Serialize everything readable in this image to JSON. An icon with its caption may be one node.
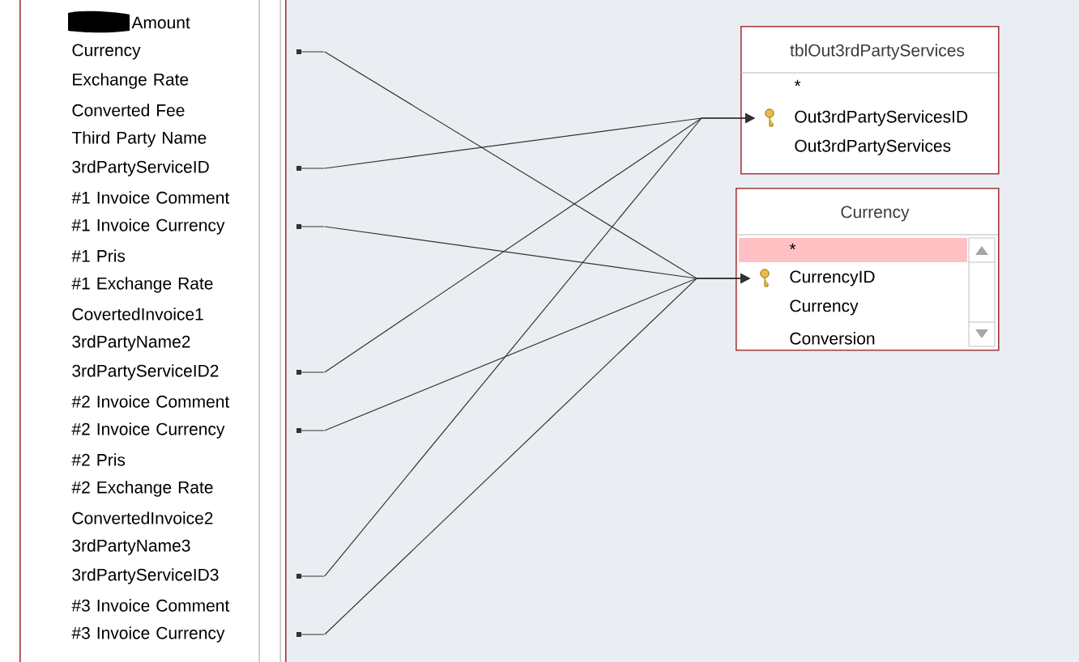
{
  "diagram": {
    "nodes": [
      {
        "text": [],
        "shape": "box"
      },
      {
        "text": [
          "Amount"
        ],
        "in": 0
      },
      {
        "text": [
          "Currency"
        ],
        "in": 0
      },
      {
        "text": [
          "Exchange Rate"
        ],
        "in": 0
      },
      {
        "text": [
          "Converted Fee"
        ],
        "in": 0
      },
      {
        "text": [
          "Third Party Name"
        ],
        "in": 0
      },
      {
        "text": [
          "3rdPartyServiceID"
        ],
        "in": 0
      },
      {
        "text": [
          "#1 Invoice Comment"
        ],
        "in": 0
      },
      {
        "text": [
          "#1 Invoice Currency"
        ],
        "in": 0
      },
      {
        "text": [
          "#1 Pris"
        ],
        "in": 0
      },
      {
        "text": [
          "#1 Exchange Rate"
        ],
        "in": 0
      },
      {
        "text": [
          "CovertedInvoice1"
        ],
        "in": 0
      },
      {
        "text": [
          "3rdPartyName2"
        ],
        "in": 0
      },
      {
        "text": [
          "3rdPartyServiceID2"
        ],
        "in": 0
      },
      {
        "text": [
          "#2 Invoice Comment"
        ],
        "in": 0
      },
      {
        "text": [
          "#2 Invoice Currency"
        ],
        "in": 0
      },
      {
        "text": [
          "#2 Pris"
        ],
        "in": 0
      },
      {
        "text": [
          "#2 Exchange Rate"
        ],
        "in": 0
      },
      {
        "text": [
          "ConvertedInvoice2"
        ],
        "in": 0
      },
      {
        "text": [
          "3rdPartyName3"
        ],
        "in": 0
      },
      {
        "text": [
          "3rdPartyServiceID3"
        ],
        "in": 0
      },
      {
        "text": [
          "#3 Invoice Comment"
        ],
        "in": 0
      },
      {
        "text": [
          "#3 Invoice Currency"
        ],
        "in": 0
      },
      {
        "text": [
          "tblOut3rdPartyServices"
        ]
      },
      {
        "text": [
          "*"
        ],
        "in": 23
      },
      {
        "text": [
          "Out3rdPartyServicesID"
        ],
        "in": 23
      },
      {
        "text": [
          "Out3rdPartyServices"
        ],
        "in": 23
      },
      {
        "text": [
          "Currency"
        ]
      },
      {
        "text": [
          "*"
        ],
        "in": 27
      },
      {
        "text": [
          "CurrencyID"
        ],
        "in": 27
      },
      {
        "text": [
          "Currency"
        ],
        "in": 27
      },
      {
        "text": [
          "Conversion"
        ],
        "in": 27
      }
    ],
    "edges": [
      {
        "from": 2,
        "to": 29,
        "arrow": "to"
      },
      {
        "from": 6,
        "to": 25,
        "arrow": "to"
      },
      {
        "from": 8,
        "to": 29,
        "arrow": "to"
      },
      {
        "from": 13,
        "to": 25,
        "arrow": "to"
      },
      {
        "from": 15,
        "to": 29,
        "arrow": "to"
      },
      {
        "from": 20,
        "to": 25,
        "arrow": "to"
      },
      {
        "from": 22,
        "to": 29,
        "arrow": "to"
      }
    ]
  }
}
